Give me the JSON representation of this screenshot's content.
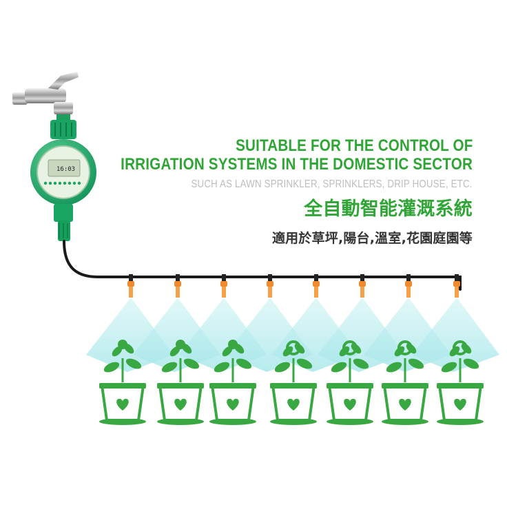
{
  "headline": {
    "line1": "SUITABLE FOR THE CONTROL OF",
    "line2": "IRRIGATION SYSTEMS IN THE DOMESTIC SECTOR",
    "line3": "SUCH AS LAWN SPRINKLER, SPRINKLERS, DRIP HOUSE, ETC.",
    "title_zh": "全自動智能灌溉系統",
    "subtitle_zh": "適用於草坪,陽台,溫室,花園庭園等"
  },
  "timer": {
    "display": "16:03"
  },
  "colors": {
    "accent_green": "#2fa535",
    "timer_green": "#1fb26a",
    "nozzle_orange": "#f08a2c",
    "spray_cyan": "#bfeef0",
    "plant_green": "#3aa842"
  },
  "icons": [
    "faucet-icon",
    "water-timer-icon",
    "nozzle-icon",
    "spray-icon",
    "flower-pot-icon",
    "heart-icon"
  ]
}
